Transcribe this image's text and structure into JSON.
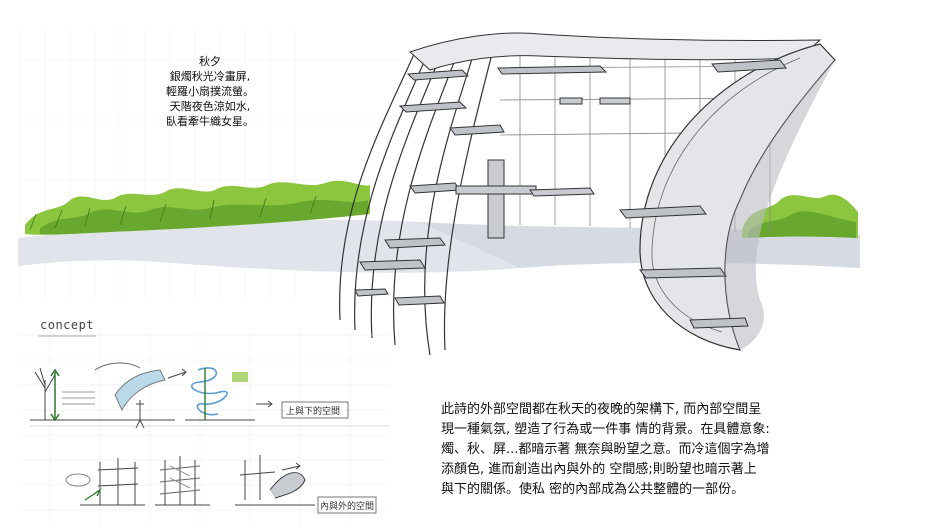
{
  "poem": {
    "title": "秋夕",
    "lines": [
      "銀燭秋光冷畫屏,",
      "輕羅小扇撲流螢。",
      "天階夜色涼如水,",
      "臥看牽牛織女星。"
    ]
  },
  "concept": {
    "heading": "concept",
    "diagram_labels": {
      "up_down": "上與下的空間",
      "in_out": "內與外的空間"
    }
  },
  "description": {
    "lines": [
      "此詩的外部空間都在秋天的夜晚的架構下, 而內部空間呈",
      "現一種氣氛, 塑造了行為或一件事 情的背景。在具體意象:",
      "燭、秋、屏...都暗示著 無奈與盼望之意。而冷這個字為增",
      "添顏色, 進而創造出內與外的 空間感;則盼望也暗示著上",
      "與下的關係。使私 密的內部成為公共整體的一部份。"
    ]
  },
  "colors": {
    "foliage": "#8cc63f",
    "foliage_dark": "#5e9e2a",
    "ground": "#dcdfe6",
    "ink": "#333333"
  }
}
